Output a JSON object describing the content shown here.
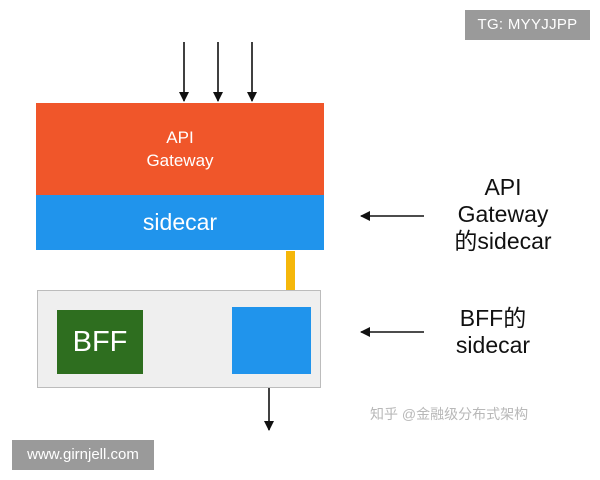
{
  "tags": {
    "top": "TG: MYYJJPP",
    "bottom": "www.girnjell.com"
  },
  "api_gateway": {
    "line1": "API",
    "line2": "Gateway",
    "sidecar": "sidecar"
  },
  "bff": {
    "label": "BFF"
  },
  "annotations": {
    "gateway_sidecar": {
      "line1": "API",
      "line2": "Gateway",
      "line3": "的sidecar"
    },
    "bff_sidecar": {
      "line1": "BFF的",
      "line2": "sidecar"
    }
  },
  "watermark": "知乎 @金融级分布式架构",
  "colors": {
    "gateway": "#f0562a",
    "sidecar": "#2094ec",
    "bff": "#2e6e1f",
    "link": "#f5b70a",
    "container": "#efefef"
  }
}
